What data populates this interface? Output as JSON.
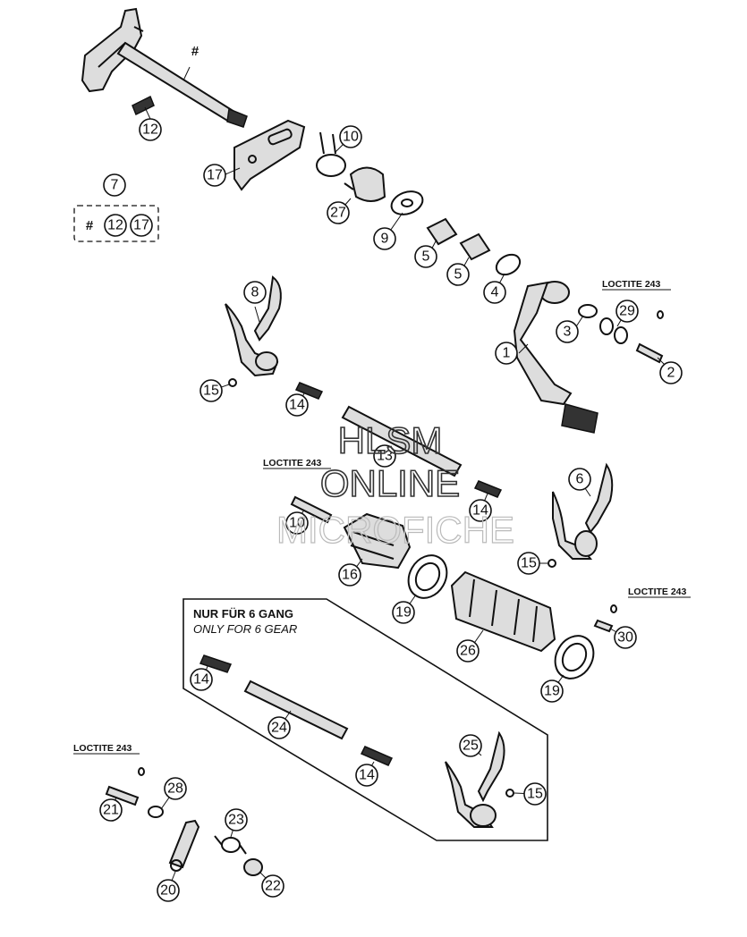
{
  "callouts": [
    {
      "n": "1"
    },
    {
      "n": "2"
    },
    {
      "n": "3"
    },
    {
      "n": "4"
    },
    {
      "n": "5"
    },
    {
      "n": "5"
    },
    {
      "n": "6"
    },
    {
      "n": "7"
    },
    {
      "n": "8"
    },
    {
      "n": "9"
    },
    {
      "n": "10"
    },
    {
      "n": "10"
    },
    {
      "n": "12"
    },
    {
      "n": "12"
    },
    {
      "n": "13"
    },
    {
      "n": "14"
    },
    {
      "n": "14"
    },
    {
      "n": "14"
    },
    {
      "n": "14"
    },
    {
      "n": "15"
    },
    {
      "n": "15"
    },
    {
      "n": "15"
    },
    {
      "n": "16"
    },
    {
      "n": "17"
    },
    {
      "n": "17"
    },
    {
      "n": "19"
    },
    {
      "n": "19"
    },
    {
      "n": "20"
    },
    {
      "n": "21"
    },
    {
      "n": "22"
    },
    {
      "n": "23"
    },
    {
      "n": "24"
    },
    {
      "n": "25"
    },
    {
      "n": "26"
    },
    {
      "n": "27"
    },
    {
      "n": "28"
    },
    {
      "n": "29"
    },
    {
      "n": "30"
    }
  ],
  "hash_mark": "#",
  "loctite": [
    "LOCTITE 243",
    "LOCTITE 243",
    "LOCTITE 243",
    "LOCTITE 243"
  ],
  "six_gear": {
    "de": "NUR FÜR 6 GANG",
    "en": "ONLY FOR 6 GEAR"
  },
  "watermark": {
    "line1": "HLSM",
    "line2": "ONLINE",
    "line3": "MICROFICHE"
  }
}
